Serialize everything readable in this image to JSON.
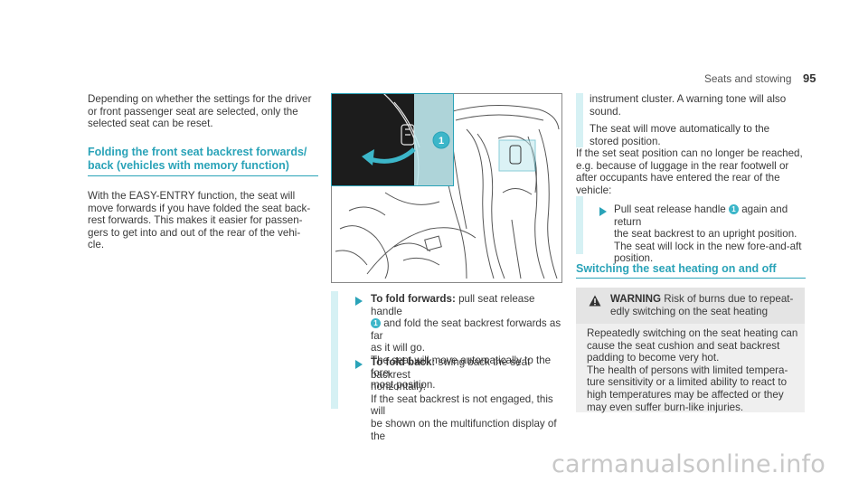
{
  "header": {
    "section": "Seats and stowing",
    "page_number": "95"
  },
  "col1": {
    "intro": [
      "Depending on whether the settings for the driver",
      "or front passenger seat are selected, only the",
      "selected seat can be reset."
    ],
    "heading": [
      "Folding the front seat backrest forwards/",
      "back (vehicles with memory function)"
    ],
    "body": [
      "With the EASY-ENTRY function, the seat will",
      "move forwards if you have folded the seat back-",
      "rest forwards. This makes it easier for passen-",
      "gers to get into and out of the rear of the vehi-",
      "cle."
    ]
  },
  "figure": {
    "callout": "1"
  },
  "col2": {
    "step1_label": "To fold forwards:",
    "step1_text": "pull seat release handle",
    "step1_badge": "1",
    "step1_lines": [
      "and fold the seat backrest forwards as far",
      "as it will go.",
      "The seat will move automatically to the fore-",
      "most position."
    ],
    "step2_label": "To fold back:",
    "step2_text": "swing back the seat backrest",
    "step2_lines": [
      "horizontally.",
      "If the seat backrest is not engaged, this will",
      "be shown on the multifunction display of the"
    ]
  },
  "col3": {
    "cont": [
      "instrument cluster. A warning tone will also",
      "sound."
    ],
    "cont2": [
      "The seat will move automatically to the",
      "stored position."
    ],
    "cont3": [
      "If the set seat position can no longer be reached,",
      "e.g. because of luggage in the rear footwell or",
      "after occupants have entered the rear of the",
      "vehicle:"
    ],
    "step_text": "Pull seat release handle",
    "step_badge": "1",
    "step_text2": "again and return",
    "step_lines": [
      "the seat backrest to an upright position.",
      "The seat will lock in the new fore-and-aft",
      "position."
    ],
    "heading": "Switching the seat heating on and off",
    "warning": {
      "label": "WARNING",
      "head_text": "Risk of burns due to repeat-",
      "head_line2": "edly switching on the seat heating",
      "body": [
        "Repeatedly switching on the seat heating can",
        "cause the seat cushion and seat backrest",
        "padding to become very hot.",
        "The health of persons with limited tempera-",
        "ture sensitivity or a limited ability to react to",
        "high temperatures may be affected or they",
        "may even suffer burn-like injuries."
      ]
    }
  },
  "footer": {
    "watermark": "carmanualsonline.info"
  }
}
